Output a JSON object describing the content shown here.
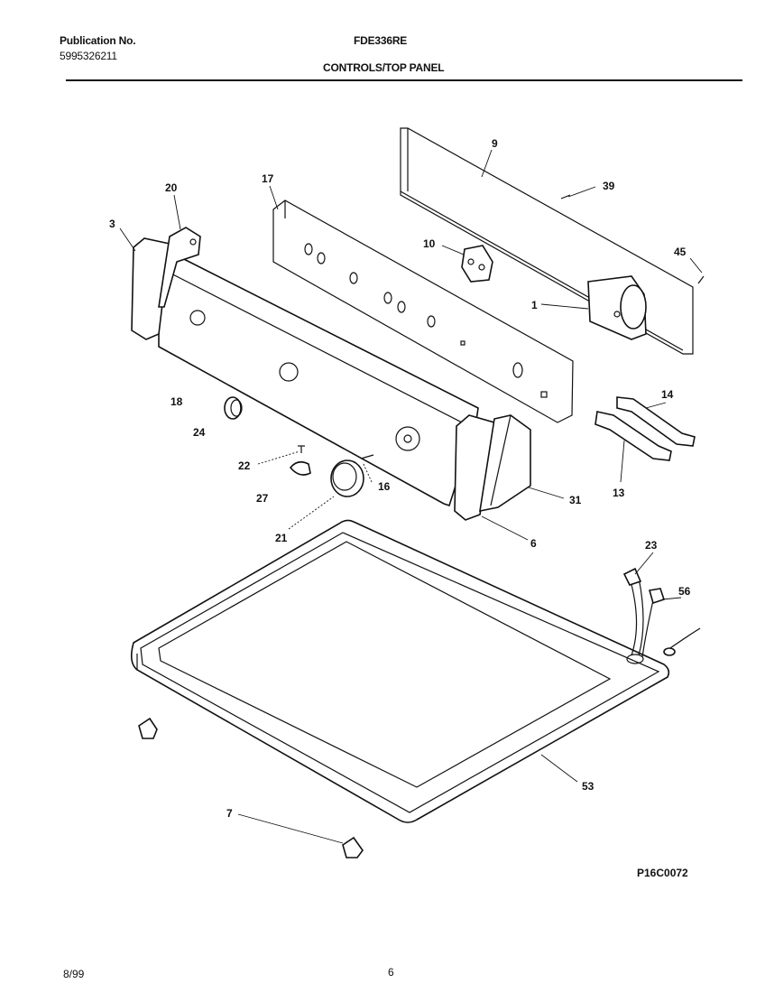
{
  "header": {
    "publication_label": "Publication No.",
    "publication_number": "5995326211",
    "model": "FDE336RE",
    "section_title": "CONTROLS/TOP PANEL"
  },
  "callouts": {
    "c1": "1",
    "c3": "3",
    "c6": "6",
    "c7": "7",
    "c9": "9",
    "c10": "10",
    "c13": "13",
    "c14": "14",
    "c16": "16",
    "c17": "17",
    "c18": "18",
    "c20": "20",
    "c21": "21",
    "c22": "22",
    "c23": "23",
    "c24": "24",
    "c27": "27",
    "c31": "31",
    "c39": "39",
    "c45": "45",
    "c53": "53",
    "c56": "56"
  },
  "drawing_id": "P16C0072",
  "footer": {
    "date": "8/99",
    "page": "6"
  }
}
